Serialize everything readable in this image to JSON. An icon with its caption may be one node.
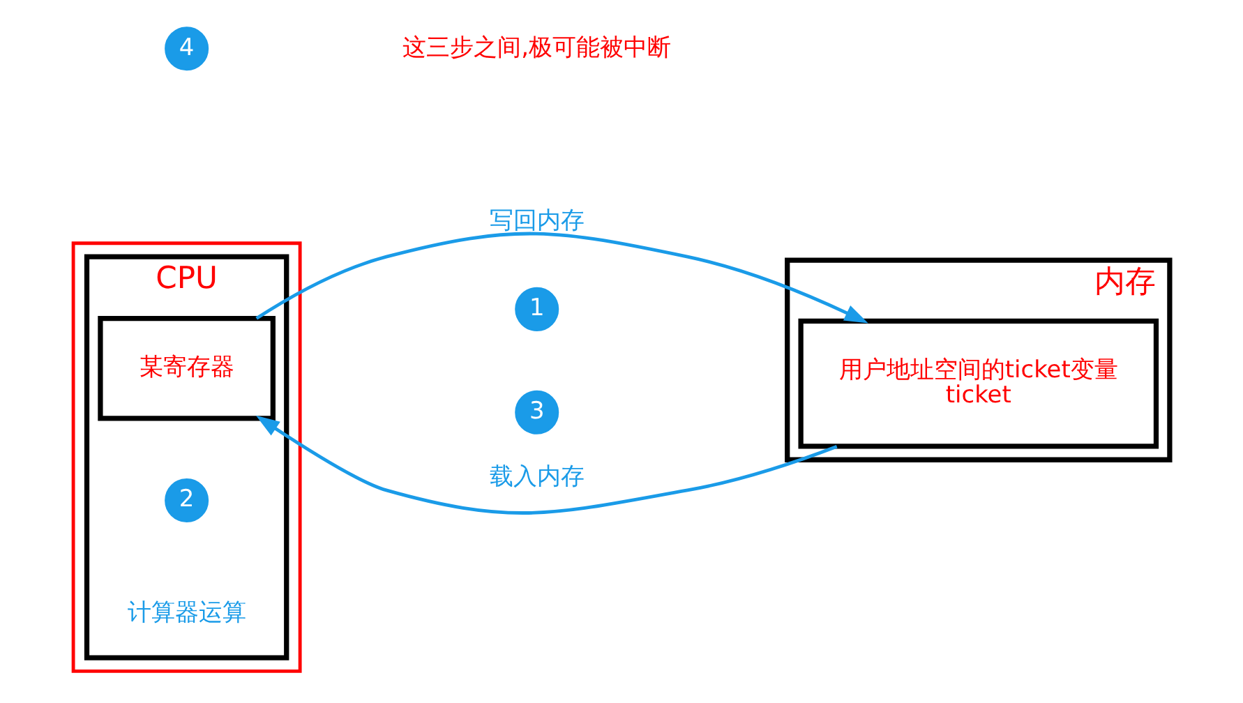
{
  "diagram": {
    "nodes": [
      {
        "text": [],
        "shape": "box"
      },
      {
        "text": [
          "CPU"
        ],
        "in": 0
      },
      {
        "text": [
          "某寄存器"
        ],
        "in": 1
      },
      {
        "text": [
          "内存"
        ]
      },
      {
        "text": [
          "用户地址空间的ticket变量",
          "ticket"
        ],
        "in": 3
      }
    ],
    "edges": [
      {
        "from": 4,
        "to": 2,
        "arrow": "to",
        "label": "载入内存"
      },
      {
        "from": 2,
        "to": 4,
        "arrow": "to",
        "label": "写回内存"
      }
    ],
    "labels": [
      "4",
      "这三步之间,极可能被中断",
      "1",
      "2",
      "计算器运算",
      "3"
    ]
  }
}
